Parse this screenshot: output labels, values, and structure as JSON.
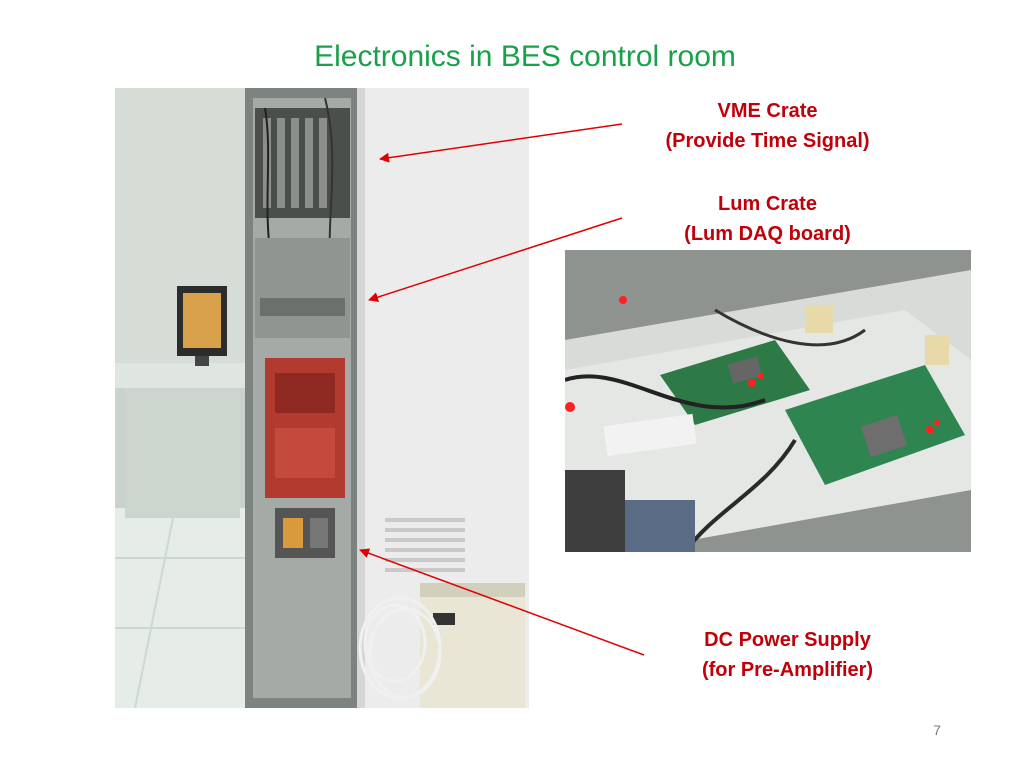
{
  "slide": {
    "title": "Electronics in BES control room",
    "page_number": "7"
  },
  "labels": {
    "vme": {
      "line1": "VME Crate",
      "line2": "(Provide Time Signal)"
    },
    "lum": {
      "line1": "Lum Crate",
      "line2": "(Lum DAQ board)"
    },
    "dc": {
      "line1": "DC Power Supply",
      "line2": "(for Pre-Amplifier)"
    }
  },
  "colors": {
    "title": "#1aa04a",
    "label": "#c0000a",
    "arrow": "#e00000"
  }
}
